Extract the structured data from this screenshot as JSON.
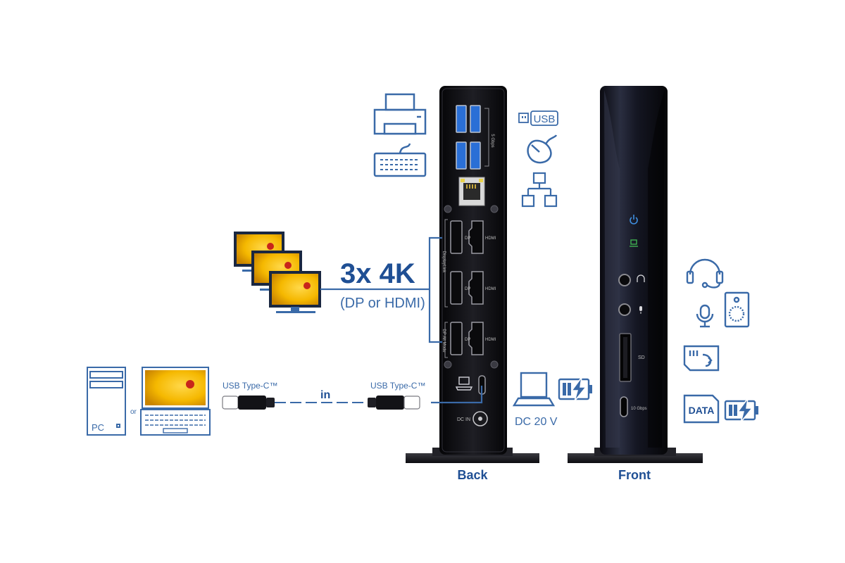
{
  "labels": {
    "usb": "USB",
    "gbps5": "5 Gbps",
    "dp": "DP",
    "hdmi": "HDMI",
    "displaylink": "DisplayLink",
    "dp_alt_mode": "DP Alt Mode",
    "headline": "3x 4K",
    "subline": "(DP or HDMI)",
    "usb_type_c_left": "USB Type-C™",
    "usb_type_c_right": "USB Type-C™",
    "in": "in",
    "pc": "PC",
    "or": "or",
    "dc_in": "DC IN",
    "dc_20v": "DC 20 V",
    "sd": "SD",
    "gbps10": "10 Gbps",
    "data": "DATA",
    "back": "Back",
    "front": "Front"
  },
  "colors": {
    "line_blue": "#3a6aa8",
    "heading_blue": "#1f4f94",
    "usb_port_blue": "#2a6fd6",
    "device_body": "#141419",
    "sunflower": "#f5b800"
  }
}
